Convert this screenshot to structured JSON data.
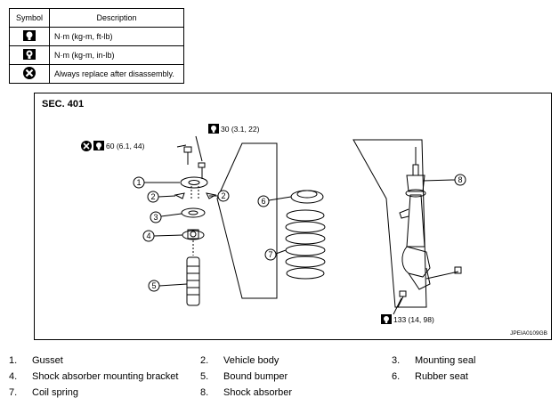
{
  "legend": {
    "header_symbol": "Symbol",
    "header_description": "Description",
    "rows": [
      {
        "icon": "torque-wrench-ftlb-icon",
        "text": "N·m (kg-m, ft-lb)"
      },
      {
        "icon": "torque-wrench-inlb-icon",
        "text": "N·m (kg-m, in-lb)"
      },
      {
        "icon": "always-replace-icon",
        "text": "Always replace after disassembly."
      }
    ]
  },
  "diagram": {
    "section": "SEC. 401",
    "image_code": "JPEIA0109GB",
    "torques": {
      "top_nut": "60 (6.1, 44)",
      "bracket_nut": "30 (3.1, 22)",
      "lower_bolt": "133 (14, 98)"
    },
    "callouts": [
      "1",
      "2",
      "2",
      "3",
      "4",
      "5",
      "6",
      "7",
      "8"
    ]
  },
  "parts": [
    {
      "num": "1.",
      "name": "Gusset"
    },
    {
      "num": "2.",
      "name": "Vehicle body"
    },
    {
      "num": "3.",
      "name": "Mounting seal"
    },
    {
      "num": "4.",
      "name": "Shock absorber mounting bracket"
    },
    {
      "num": "5.",
      "name": "Bound bumper"
    },
    {
      "num": "6.",
      "name": "Rubber seat"
    },
    {
      "num": "7.",
      "name": "Coil spring"
    },
    {
      "num": "8.",
      "name": "Shock absorber"
    }
  ],
  "colors": {
    "line": "#000000",
    "background": "#ffffff"
  }
}
